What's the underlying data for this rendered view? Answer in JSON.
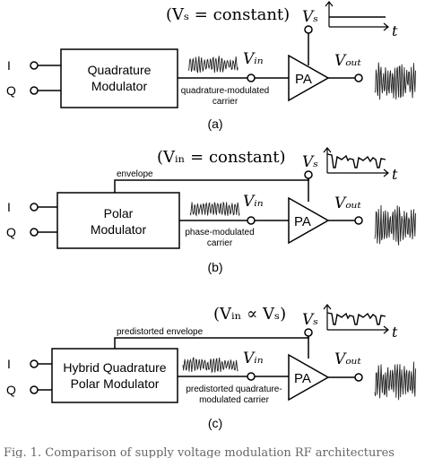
{
  "panels": [
    {
      "equation": "(Vₛ = constant)",
      "in_i": "I",
      "in_q": "Q",
      "block_line1": "Quadrature",
      "block_line2": "Modulator",
      "vin": "Vᵢₙ",
      "vs": "Vₛ",
      "pa": "PA",
      "vout": "Vₒᵤₜ",
      "t": "t",
      "carrier_line1": "quadrature-modulated",
      "carrier_line2": "carrier",
      "caption": "(a)"
    },
    {
      "equation": "(Vᵢₙ = constant)",
      "in_i": "I",
      "in_q": "Q",
      "block_line1": "Polar",
      "block_line2": "Modulator",
      "vin": "Vᵢₙ",
      "vs": "Vₛ",
      "pa": "PA",
      "vout": "Vₒᵤₜ",
      "t": "t",
      "envelope_label": "envelope",
      "carrier_line1": "phase-modulated",
      "carrier_line2": "carrier",
      "caption": "(b)"
    },
    {
      "equation": "(Vᵢₙ ∝ Vₛ)",
      "in_i": "I",
      "in_q": "Q",
      "block_line1": "Hybrid Quadrature",
      "block_line2": "Polar Modulator",
      "vin": "Vᵢₙ",
      "vs": "Vₛ",
      "pa": "PA",
      "vout": "Vₒᵤₜ",
      "t": "t",
      "envelope_label": "predistorted envelope",
      "carrier_line1": "predistorted quadrature-",
      "carrier_line2": "modulated carrier",
      "caption": "(c)"
    }
  ],
  "figure_caption": "Fig. 1.  Comparison of supply voltage modulation RF architectures"
}
